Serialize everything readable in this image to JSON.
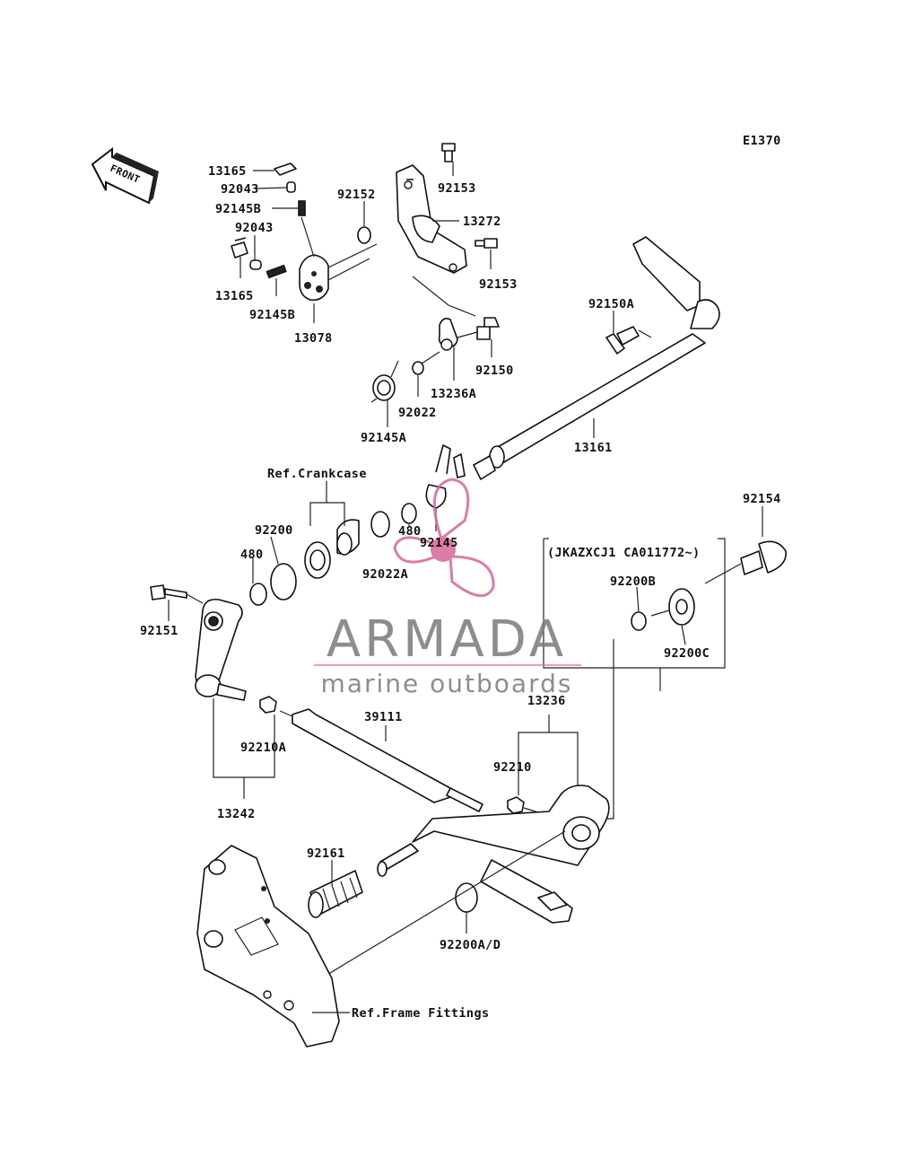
{
  "diagram_code": "E1370",
  "front_label": "FRONT",
  "ref_labels": {
    "crankcase": "Ref.Crankcase",
    "frame_fittings": "Ref.Frame Fittings"
  },
  "variant_note": "(JKAZXCJ1 CA011772~)",
  "parts": {
    "p13165a": "13165",
    "p92043a": "92043",
    "p92145b_a": "92145B",
    "p92043b": "92043",
    "p13165b": "13165",
    "p92145b_b": "92145B",
    "p13078": "13078",
    "p92152": "92152",
    "p92153a": "92153",
    "p13272": "13272",
    "p92153b": "92153",
    "p92150a": "92150A",
    "p92150": "92150",
    "p13236a": "13236A",
    "p92022": "92022",
    "p92145a": "92145A",
    "p13161": "13161",
    "p92200": "92200",
    "p480a": "480",
    "p480b": "480",
    "p92145": "92145",
    "p92022a": "92022A",
    "p92154": "92154",
    "p92200b": "92200B",
    "p92200c": "92200C",
    "p92151": "92151",
    "p13236": "13236",
    "p39111": "39111",
    "p92210a": "92210A",
    "p92210": "92210",
    "p13242": "13242",
    "p92161": "92161",
    "p92200ad": "92200A/D"
  },
  "watermark": {
    "brand": "ARMADA",
    "tagline": "marine outboards",
    "brand_color": "#7a7a7a",
    "logo_color": "#d9669a"
  }
}
